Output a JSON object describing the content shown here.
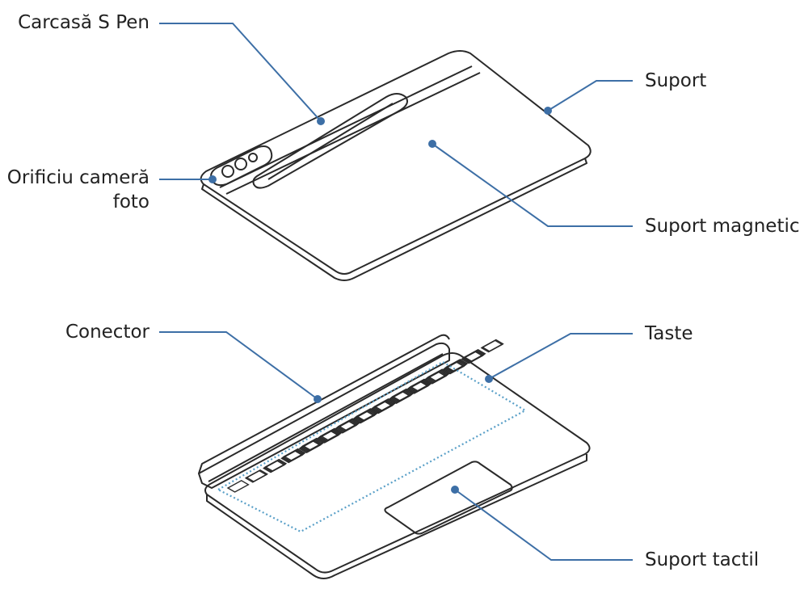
{
  "diagram": {
    "top_device": {
      "labels": {
        "s_pen_case": "Carcasă S Pen",
        "camera_hole_line1": "Orificiu cameră",
        "camera_hole_line2": "foto",
        "stand": "Suport",
        "magnetic_holder": "Suport magnetic"
      }
    },
    "bottom_device": {
      "labels": {
        "connector": "Conector",
        "keys": "Taste",
        "touchpad": "Suport tactil"
      }
    }
  },
  "colors": {
    "leader_line": "#3d6fa6",
    "outline": "#2a2a2a",
    "key_zone_dots": "#5aa0c8",
    "label_text": "#222222"
  }
}
